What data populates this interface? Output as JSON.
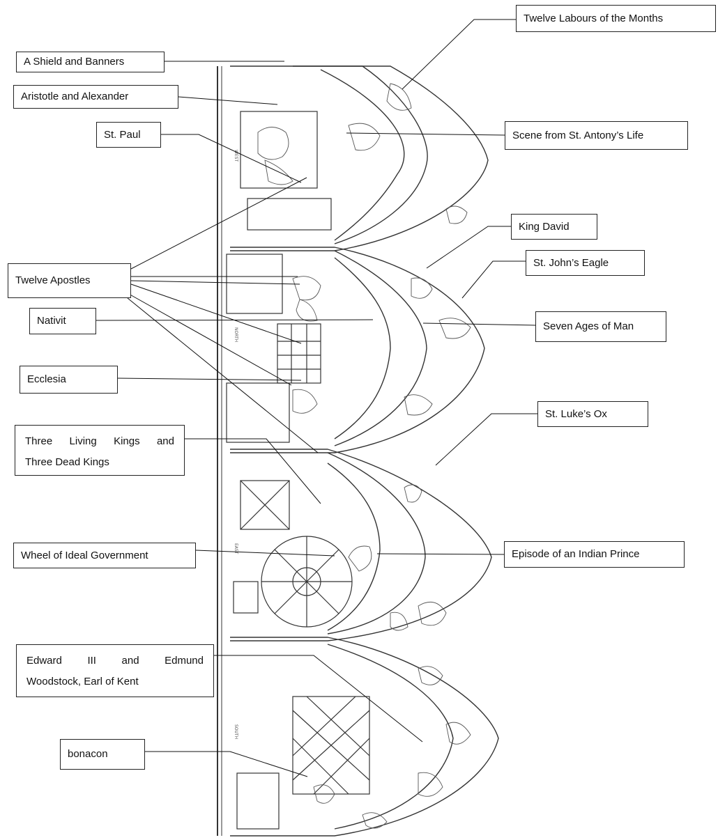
{
  "labels": {
    "shield_banners": "A Shield and Banners",
    "aristotle": "Aristotle and  Alexander",
    "st_paul": "St. Paul",
    "twelve_apostles": "Twelve Apostles",
    "nativit": "Nativit",
    "ecclesia": "Ecclesia",
    "three_kings_1": "Three Living Kings and",
    "three_kings_2": "Three Dead Kings",
    "wheel": "Wheel of Ideal Government",
    "edward_1": "Edward III and Edmund",
    "edward_2": "Woodstock, Earl of Kent",
    "bonacon": "bonacon",
    "twelve_labours": "Twelve  Labours of the Months",
    "st_antony": "Scene from St. Antony’s Life",
    "king_david": "King David",
    "st_john": "St. John’s Eagle",
    "seven_ages": "Seven Ages of Man",
    "st_luke": "St. Luke’s Ox",
    "indian_prince": "Episode of an Indian Prince"
  },
  "drawing_captions": {
    "west": "WEST",
    "north": "NORTH",
    "east": "EAST",
    "south": "SOUTH"
  }
}
